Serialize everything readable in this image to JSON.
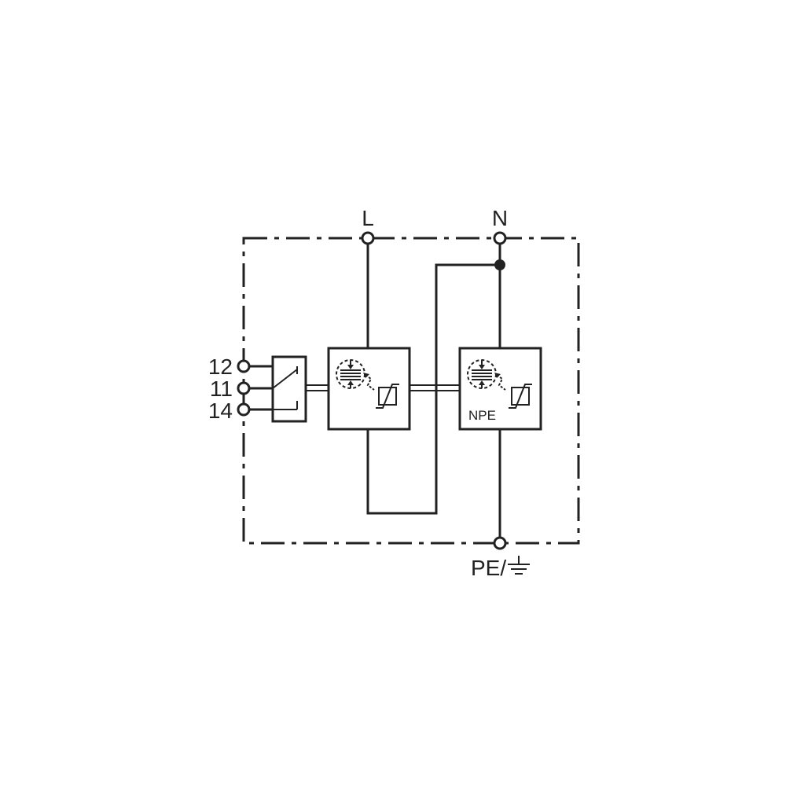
{
  "terminals": {
    "line": "L",
    "neutral": "N",
    "protective_earth": "PE/",
    "contact_12": "12",
    "contact_11": "11",
    "contact_14": "14"
  },
  "modules": {
    "right_module_label": "NPE"
  },
  "colors": {
    "line": "#222222",
    "background": "#ffffff"
  },
  "icons": {
    "earth": "earth-ground-icon",
    "varistor": "varistor-icon",
    "thermal_disconnector": "thermal-disconnector-icon",
    "changeover_contact": "changeover-contact-icon"
  }
}
